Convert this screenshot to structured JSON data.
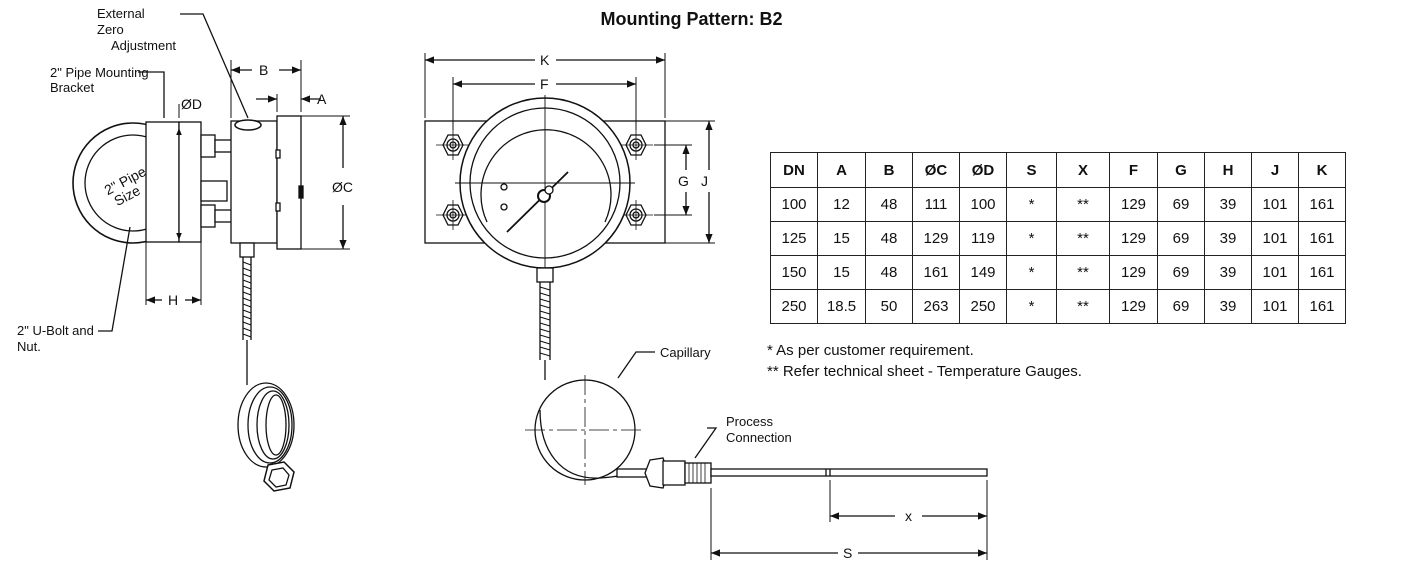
{
  "title": "Mounting Pattern: B2",
  "side_view": {
    "label_external_zero": [
      "External",
      "Zero",
      "Adjustment"
    ],
    "label_bracket": [
      "2\" Pipe Mounting",
      "Bracket"
    ],
    "label_ubolt": [
      "2\" U-Bolt and",
      "Nut."
    ],
    "label_pipe_size": [
      "2\" Pipe",
      "Size"
    ],
    "dim_b": "B",
    "dim_a": "A",
    "dim_d": "ØD",
    "dim_c": "ØC",
    "dim_h": "H"
  },
  "front_view": {
    "dim_k": "K",
    "dim_f": "F",
    "dim_g": "G",
    "dim_j": "J",
    "label_capillary": "Capillary",
    "label_process": [
      "Process",
      "Connection"
    ],
    "dim_x": "x",
    "dim_s": "S"
  },
  "table": {
    "headers": [
      "DN",
      "A",
      "B",
      "ØC",
      "ØD",
      "S",
      "X",
      "F",
      "G",
      "H",
      "J",
      "K"
    ],
    "rows": [
      [
        "100",
        "12",
        "48",
        "111",
        "100",
        "*",
        "**",
        "129",
        "69",
        "39",
        "101",
        "161"
      ],
      [
        "125",
        "15",
        "48",
        "129",
        "119",
        "*",
        "**",
        "129",
        "69",
        "39",
        "101",
        "161"
      ],
      [
        "150",
        "15",
        "48",
        "161",
        "149",
        "*",
        "**",
        "129",
        "69",
        "39",
        "101",
        "161"
      ],
      [
        "250",
        "18.5",
        "50",
        "263",
        "250",
        "*",
        "**",
        "129",
        "69",
        "39",
        "101",
        "161"
      ]
    ]
  },
  "notes": [
    "* As per customer requirement.",
    "** Refer technical sheet - Temperature Gauges."
  ]
}
